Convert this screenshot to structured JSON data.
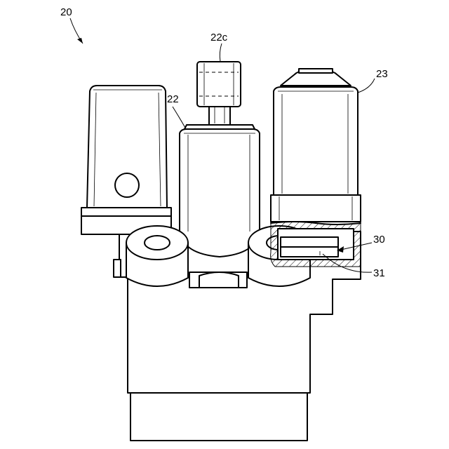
{
  "figure": {
    "labels": {
      "device": "20",
      "valve": "22",
      "valve_cap": "22c",
      "motor": "23",
      "board": "30",
      "sensor": "31"
    }
  }
}
